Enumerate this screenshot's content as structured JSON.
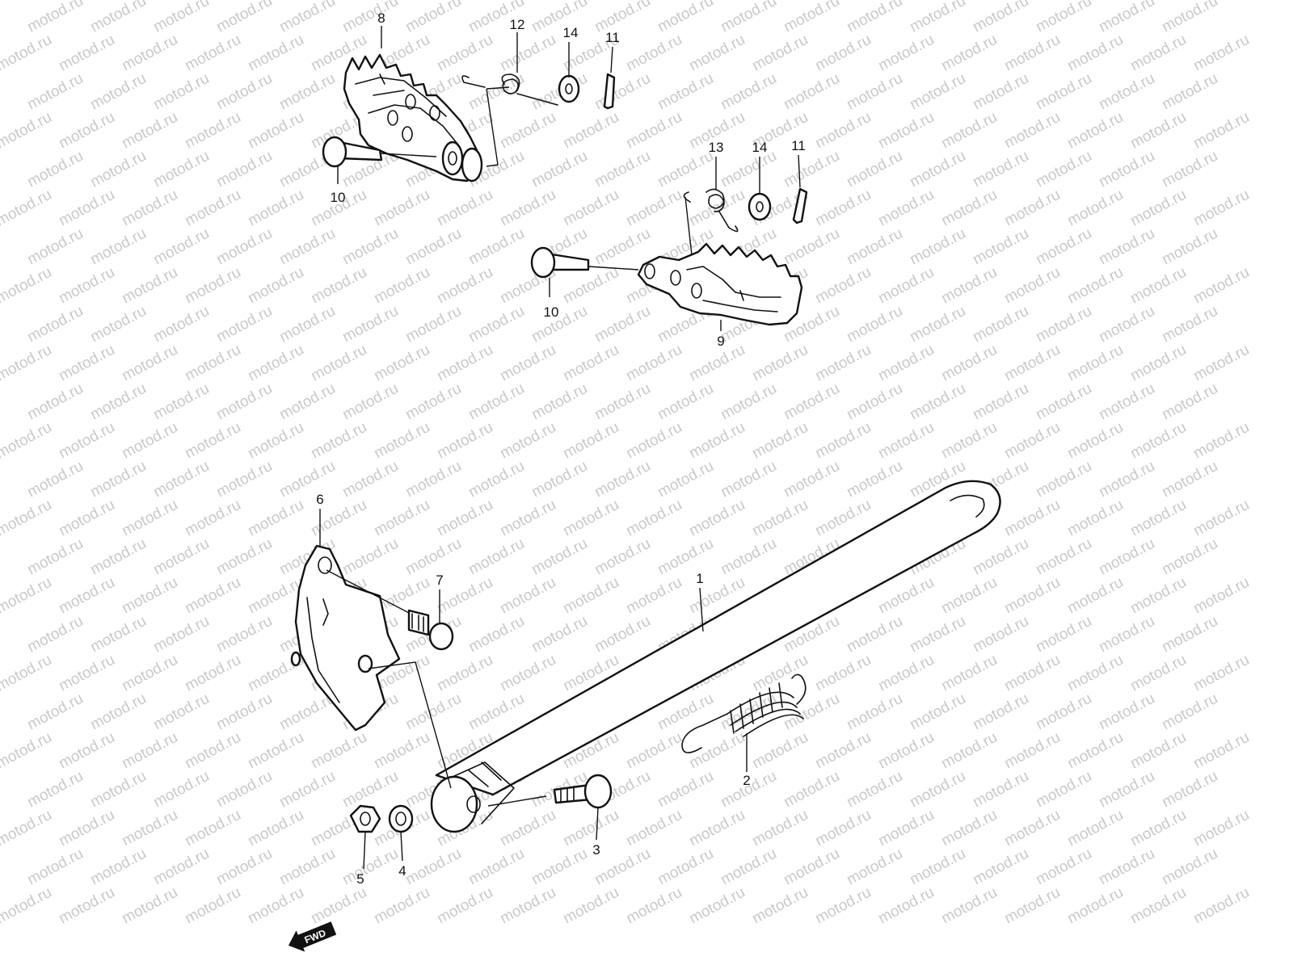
{
  "watermark": {
    "text": "motod.ru",
    "color": "#c9c9c9"
  },
  "fwd_label": "FWD",
  "callouts": {
    "c1": "1",
    "c2": "2",
    "c3": "3",
    "c4": "4",
    "c5": "5",
    "c6": "6",
    "c7": "7",
    "c8": "8",
    "c9": "9",
    "c10a": "10",
    "c10b": "10",
    "c11a": "11",
    "c11b": "11",
    "c12": "12",
    "c13": "13",
    "c14a": "14",
    "c14b": "14"
  },
  "colors": {
    "line": "#111111",
    "background": "#ffffff"
  }
}
